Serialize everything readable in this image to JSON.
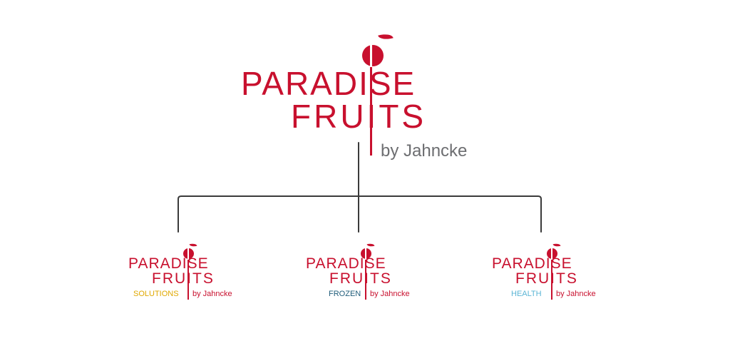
{
  "colors": {
    "brand_red": "#c8102e",
    "byline_gray": "#6d6e71",
    "connector": "#3a3a3a",
    "solutions": "#e0a800",
    "frozen": "#1f5c7a",
    "health": "#5bb5d5"
  },
  "main_logo": {
    "line1": "PARADISE",
    "line2": "FRUITS",
    "byline": "by Jahncke"
  },
  "sub_logos": [
    {
      "line1": "PARADISE",
      "line2": "FRUITS",
      "division": "SOLUTIONS",
      "byline": "by Jahncke"
    },
    {
      "line1": "PARADISE",
      "line2": "FRUITS",
      "division": "FROZEN",
      "byline": "by Jahncke"
    },
    {
      "line1": "PARADISE",
      "line2": "FRUITS",
      "division": "HEALTH",
      "byline": "by Jahncke"
    }
  ]
}
